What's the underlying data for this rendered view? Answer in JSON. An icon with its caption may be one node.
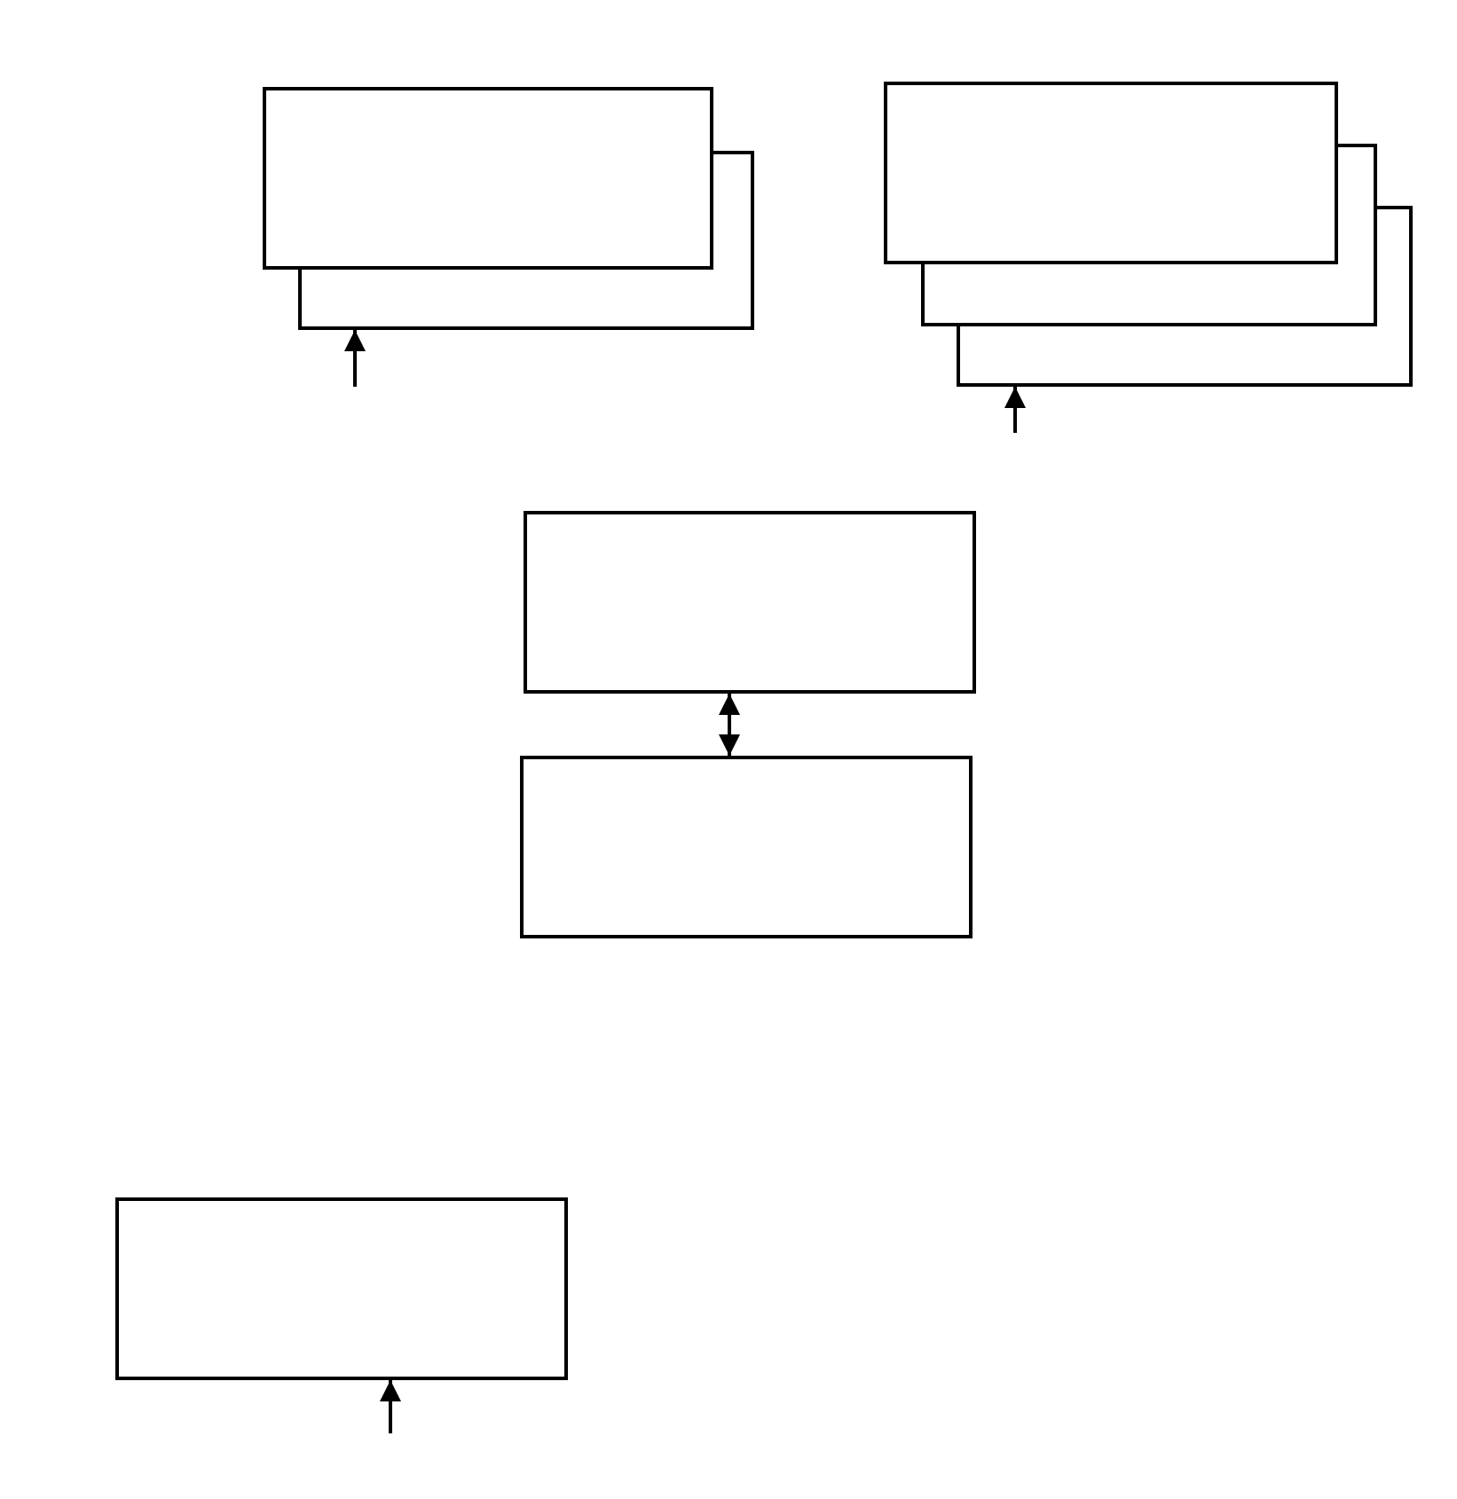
{
  "diagram": {
    "nodes": [
      {
        "text": [],
        "shape": "box"
      },
      {
        "text": [],
        "shape": "box"
      },
      {
        "text": [],
        "shape": "box"
      },
      {
        "text": [],
        "shape": "box"
      },
      {
        "text": [],
        "shape": "box"
      },
      {
        "text": [],
        "shape": "box"
      },
      {
        "text": [],
        "shape": "box"
      },
      {
        "text": [],
        "shape": "box"
      }
    ],
    "edges": [
      {
        "from": null,
        "to": 1,
        "arrow": "to"
      },
      {
        "from": null,
        "to": 4,
        "arrow": "to"
      },
      {
        "from": 5,
        "to": 6,
        "arrow": "both"
      },
      {
        "from": null,
        "to": 7,
        "arrow": "to"
      }
    ]
  }
}
